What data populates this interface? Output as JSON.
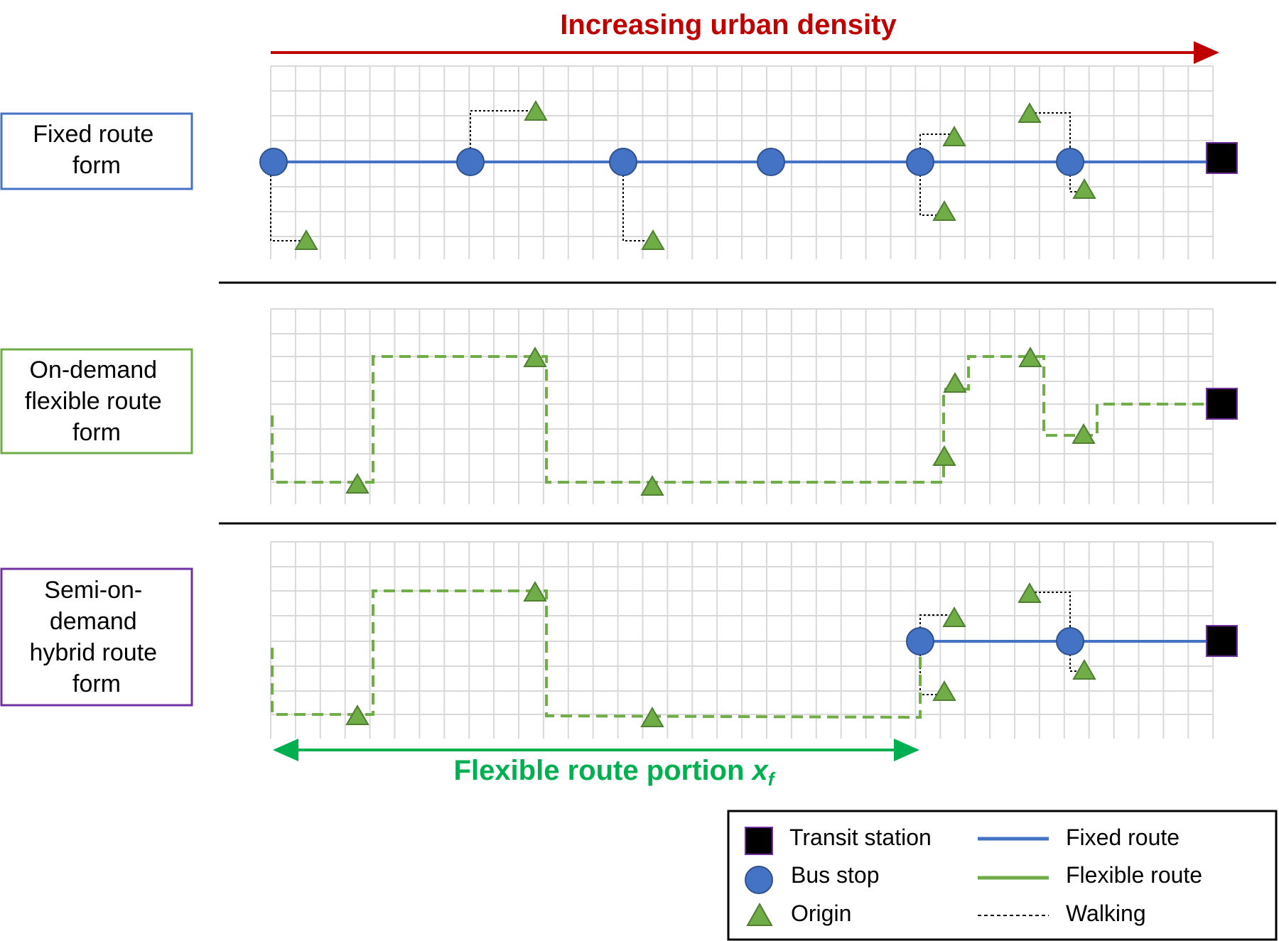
{
  "header": {
    "title": "Increasing urban density",
    "arrow_color": "#c00000"
  },
  "panels": [
    {
      "id": "fixed",
      "label": "Fixed route form",
      "label_lines": [
        "Fixed route",
        "form"
      ],
      "border_color": "#4472c4"
    },
    {
      "id": "on-demand",
      "label": "On-demand flexible route form",
      "label_lines": [
        "On-demand",
        "flexible route",
        "form"
      ],
      "border_color": "#70ad47"
    },
    {
      "id": "hybrid",
      "label": "Semi-on-demand hybrid route form",
      "label_lines": [
        "Semi-on-",
        "demand",
        "hybrid route",
        "form"
      ],
      "border_color": "#7030a0"
    }
  ],
  "flexible_portion": {
    "label": "Flexible route portion ",
    "variable": "x",
    "subscript": "f",
    "color": "#00b050"
  },
  "legend": {
    "items": [
      {
        "label": "Transit station",
        "icon": "square-icon"
      },
      {
        "label": "Bus stop",
        "icon": "circle-icon"
      },
      {
        "label": "Origin",
        "icon": "triangle-icon"
      },
      {
        "label": "Fixed route",
        "icon": "blue-line-icon"
      },
      {
        "label": "Flexible route",
        "icon": "green-line-icon"
      },
      {
        "label": "Walking",
        "icon": "dotted-line-icon"
      }
    ]
  },
  "colors": {
    "fixed_route": "#4472c4",
    "flexible_route": "#70ad47",
    "origin": "#70ad47",
    "bus_stop": "#4472c4",
    "transit_station": "#000000",
    "station_border": "#7030a0",
    "grid": "#d9d9d9"
  }
}
